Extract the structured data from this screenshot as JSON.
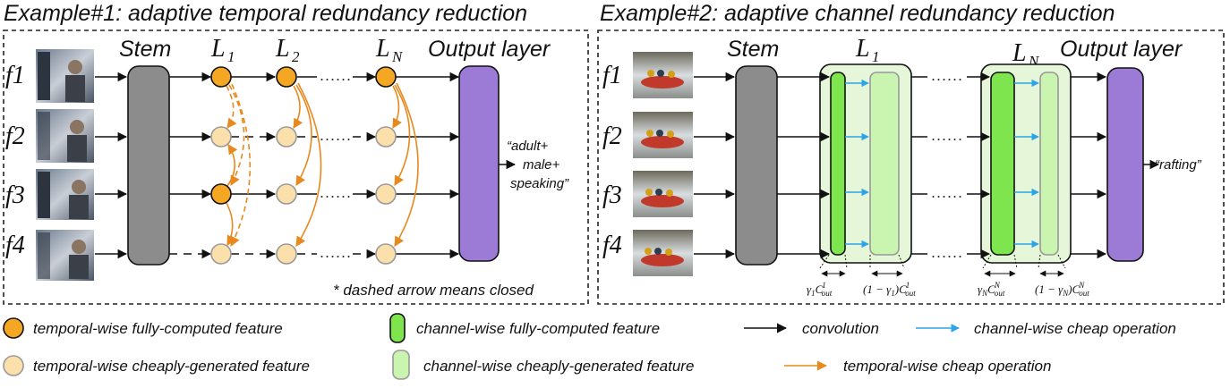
{
  "panel1": {
    "title": "Example#1: adaptive temporal redundancy reduction",
    "frames": [
      "f1",
      "f2",
      "f3",
      "f4"
    ],
    "stem_label": "Stem",
    "layers": [
      {
        "main": "L",
        "sub": "1"
      },
      {
        "main": "L",
        "sub": "2"
      },
      {
        "main": "L",
        "sub": "N"
      }
    ],
    "ellipsis": "......",
    "output_label": "Output layer",
    "prediction": [
      "“adult+",
      "male+",
      "speaking”"
    ],
    "note": "* dashed arrow means closed"
  },
  "panel2": {
    "title": "Example#2: adaptive channel redundancy reduction",
    "frames": [
      "f1",
      "f2",
      "f3",
      "f4"
    ],
    "stem_label": "Stem",
    "layers": [
      {
        "main": "L",
        "sub": "1"
      },
      {
        "main": "L",
        "sub": "N"
      }
    ],
    "ellipsis": "......",
    "output_label": "Output layer",
    "prediction": "“rafting”",
    "widths": {
      "l1_full": {
        "coef": "γ",
        "coef_sub": "1",
        "c": "C",
        "c_sub": "out",
        "c_sup": "1"
      },
      "l1_cheap": {
        "pre": "(1 − γ",
        "pre_sub": "1",
        "post": ")C",
        "c_sub": "out",
        "c_sup": "1"
      },
      "ln_full": {
        "coef": "γ",
        "coef_sub": "N",
        "c": "C",
        "c_sub": "out",
        "c_sup": "N"
      },
      "ln_cheap": {
        "pre": "(1 − γ",
        "pre_sub": "N",
        "post": ")C",
        "c_sub": "out",
        "c_sup": "N"
      }
    }
  },
  "legend": {
    "temporal_full": "temporal-wise fully-computed feature",
    "temporal_cheap": "temporal-wise cheaply-generated feature",
    "channel_full": "channel-wise fully-computed feature",
    "channel_cheap": "channel-wise cheaply-generated feature",
    "convolution": "convolution",
    "channel_op": "channel-wise cheap operation",
    "temporal_op": "temporal-wise cheap operation"
  },
  "colors": {
    "orange_full": "#F5A623",
    "orange_cheap": "#FCE0AC",
    "orange_arrow": "#E8891E",
    "stem_gray": "#8C8C8C",
    "output_purple": "#9B7BD6",
    "green_full": "#7EE54E",
    "green_cheap": "#C9F5B0",
    "green_bg": "#E6F7D9",
    "blue_arrow": "#2BA4E8"
  }
}
